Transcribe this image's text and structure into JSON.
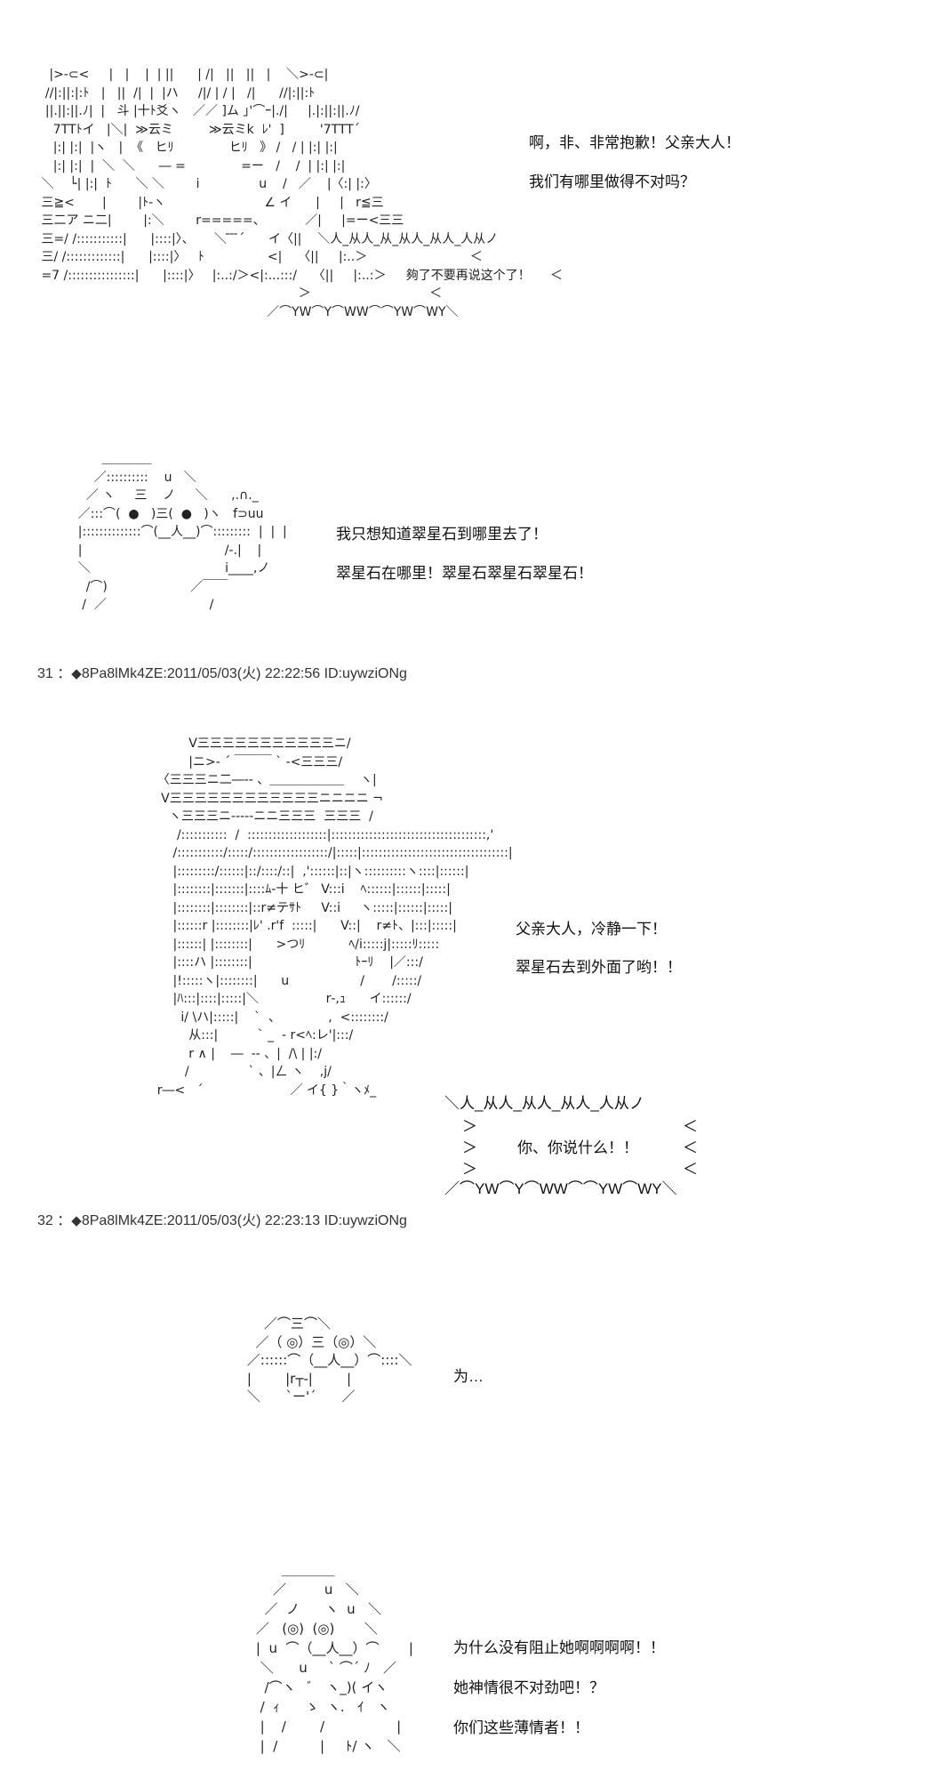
{
  "panels": [
    {
      "art": "   |>‐⊂<     |   |    |  | ||      | /|   ||   ||   |    ＼>‐⊂|\n  //|:||:|:ﾄ   |   ||  /|  |  |ハ     /|/ | / |   /|      //|:||:ﾄ\n  ||.||:||.ﾉ|  |   斗 |十ﾄ爻ヽ   ／／ ]ム ｣'⌒ｰ|./|     |.|:||:||.ﾉ/\n    7TTﾄイ   |＼|  ≫云ミ         ≫云ミk  ﾚ'  ]         '7TTT´\n    |:| |:|  |ヽ   |  《   ヒﾘ              ヒﾘ   》 /   / | |:| |:|\n    |:| |:|  |  ＼  ＼      ― =              =ー   /    /  | |:| |:|\n ＼    └| |:|  ﾄ      ＼ ＼        i               u    /   ／    |〈:| |:〉\n 三≧<       |        |ﾄ‐ヽ                         ∠ イ      |     |   r≦三\n 三二ア ニ二|        |:＼        r=====、          ／|     |=ー<三三\n 三=/ /:::::::::::|      |::::|〉、     ＼ ̄ ̄ ̄´      イ〈||    ＼人_从人_从_从人_从人_人从ノ\n 三/ /:::::::::::::|      |::::|〉   ﾄ                <|    〈||     |:..＞                          ＜\n =7 /::::::::::::::::|      |::::|〉   |:..:/＞<|:...:::/    〈||     |:..:＞     夠了不要再说这个了！     ＜\n                                                                  ＞                              ＜\n                                                          ／⌒YW⌒Y⌒WW⌒⌒YW⌒WY＼",
      "lines": [
        "啊，非、非常抱歉！父亲大人！",
        "我们有哪里做得不对吗？"
      ]
    },
    {
      "art": "          ＿＿＿＿\n        ／::::::::::    u   ＼\n      ／ ヽ     三    ノ     ＼      ,.∩._\n    ／:::⌒(  ●   )三(  ●   )ヽ   f⊃uu\n    |::::::::::::::⌒(__人__)⌒:::::::::  |  |  |\n    |                                    /‐.|    |\n    ＼                                  i____,ノ\n      /⌒)                     ／￣￣\n     /  ／                          /",
      "lines": [
        "我只想知道翠星石到哪里去了！",
        "翠星石在哪里！翠星石翠星石翠星石！"
      ]
    },
    {
      "art": "              V三三三三三三三三三三三ニ/\n              |ニ>‐ ´ ￣￣￣ ` ‐<三三三/\n      〈三三三ニ二―‐‐ 、＿＿＿＿＿＿    ヽ|\n       V三三三三三三三三三三三三ニニニニ ¬\n         ヽ三三三ニ‐‐‐‐‐ニニ三三三  三三三  /\n           /:::::::::::  /  :::::::::::::::::::|:::::::::::::::::::::::::::::::::::::,'\n          /:::::::::::/:::::/::::::::::::::::::/|:::::|:::::::::::::::::::::::::::::::::::|\n          |:::::::::/::::::|::/::::/::|  ,'::::::|::|ヽ::::::::::ヽ::::|::::::|\n          |::::::::|:::::::|::::ﾑ‐十 ヒ゛ V:::i    ﾍ::::::|::::::|:::::|\n          |::::::::|::::::::|::r≠テｻﾄ     V::i     ヽ:::::|::::::|:::::|\n          |::::::r |::::::::|ﾚ' .r'f  :::::|      V::|    r≠ﾄ、|:::|:::::|\n          |::::::| |::::::::|      >つﾘ           ﾍ/i:::::j|:::::ﾘ:::::\n          |::::ハ |::::::::|                          ﾄｰﾘ    |／:::/\n          |!:::::ヽ|::::::::|      u                  /       /:::::/\n          |ﾊ:::|::::|:::::|＼                 r‐,ｭ      イ::::::/\n            i/ \\ハ|:::::|    `  、            ,  <::::::::/\n              从:::|          ` _  ‐ r<ﾍ:レ'|:::/\n              r ∧ |    ―  ‐‐ 、|  /\\ | |:/\n             /               ` 、|ㄥ ヽ    ,j/\n      r―<   ´                      ／ イ{ }｀ヽﾒ_",
      "lines": [
        "父亲大人，冷静一下！",
        "翠星石去到外面了哟！！"
      ]
    },
    {
      "art": "             ／⌒三⌒＼\n           ／（ ◎）三（◎）＼\n         ／::::::⌒（__人__）⌒::::＼\n         |        |r┬-|        |\n         ＼      `ー'´      ／",
      "lines": [
        "为…"
      ]
    },
    {
      "art": "               ＿＿＿＿\n             ／         u   ＼\n           ／  ノ      ヽ  u   ＼\n         ／   (◎)  (◎)       ＼\n         |  u  ⌒（__人__）⌒       |\n          ＼      u     ` ⌒´ ﾉ   ／\n           /⌒ヽ   ﾞ   ヽ_)( イヽ\n          /  ｨ      ゝ  ヽ.   ｲ   ヽ\n          |    /        /                 |\n          |  /          |     ﾄ/ ヽ   ＼",
      "lines": [
        "为什么没有阻止她啊啊啊啊！！",
        "她神情很不对劲吧！？",
        "你们这些薄情者！！"
      ]
    }
  ],
  "shout_box_2": {
    "top": "＼人_从人_从人_从人_人从ノ",
    "left": "＞",
    "text": "你、你说什么！！",
    "right": "＜",
    "bottom": "／⌒YW⌒Y⌒WW⌒⌒YW⌒WY＼"
  },
  "posts": [
    {
      "number": "31",
      "sep": "：",
      "diamond": "◆",
      "trip": "8Pa8lMk4ZE",
      "date": ":2011/05/03(火) 22:22:56",
      "id": "ID:uywziONg"
    },
    {
      "number": "32",
      "sep": "：",
      "diamond": "◆",
      "trip": "8Pa8lMk4ZE",
      "date": ":2011/05/03(火) 22:23:13",
      "id": "ID:uywziONg"
    }
  ]
}
